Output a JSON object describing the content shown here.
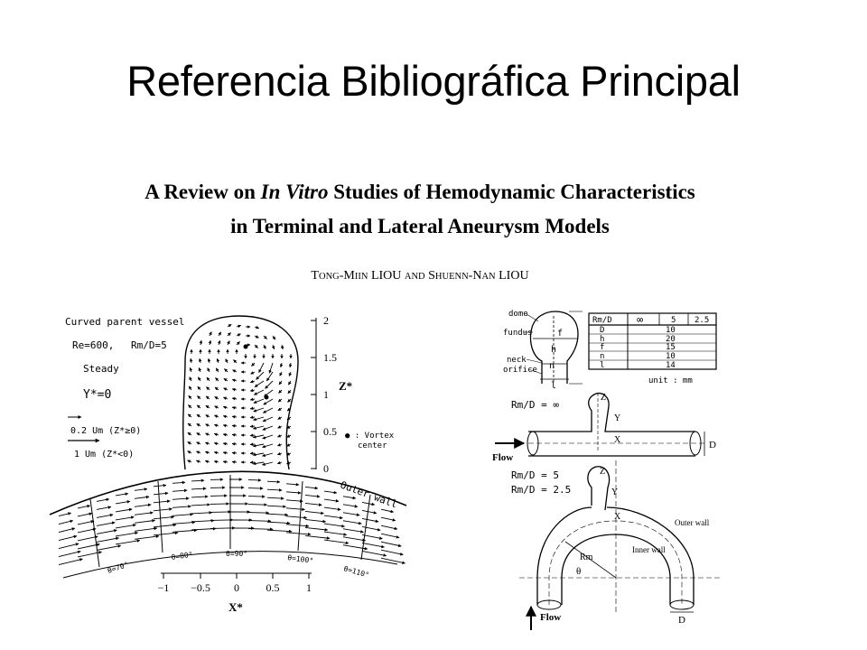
{
  "slide": {
    "title": "Referencia Bibliográfica Principal"
  },
  "paper": {
    "title_pre": "A Review on ",
    "title_italic": "In Vitro",
    "title_post": " Studies of Hemodynamic Characteristics",
    "title_line2": "in Terminal and Lateral Aneurysm Models",
    "authors": {
      "a1_first_cap": "T",
      "a1_first_rest": "ONG",
      "a1_mid_cap": "-M",
      "a1_mid_rest": "IIN",
      "a1_last": " LIOU ",
      "and": "AND",
      "a2_first_cap": " S",
      "a2_first_rest": "HUENN",
      "a2_mid_cap": "-N",
      "a2_mid_rest": "AN",
      "a2_last": " LIOU"
    }
  },
  "left_figure": {
    "label_vessel": "Curved parent vessel",
    "label_re": "Re=600,",
    "label_rm_d": "Rm/D=5",
    "label_steady": "Steady",
    "label_y0": "Y*=0",
    "legend_1": "0.2 Um (Z*≥0)",
    "legend_2": "1 Um (Z*<0)",
    "vortex_label_1": "● : Vortex",
    "vortex_label_2": "center",
    "outer_wall": "Outer wall",
    "z_axis_label": "Z*",
    "z_ticks": [
      "2",
      "1.5",
      "1",
      "0.5",
      "0"
    ],
    "x_axis_label": "X*",
    "x_ticks": [
      "−1",
      "−0.5",
      "0",
      "0.5",
      "1"
    ],
    "theta_labels": [
      "θ=70°",
      "θ=80°",
      "θ=90°",
      "θ=100°",
      "θ=110°"
    ]
  },
  "right_figure": {
    "geometry_labels": [
      "dome",
      "fundus",
      "neck",
      "orifice",
      "f",
      "h",
      "n",
      "l"
    ],
    "table": {
      "header": [
        "Rm/D",
        "∞",
        "5",
        "2.5"
      ],
      "rows": [
        [
          "D",
          "10"
        ],
        [
          "h",
          "20"
        ],
        [
          "f",
          "15"
        ],
        [
          "n",
          "10"
        ],
        [
          "l",
          "14"
        ]
      ],
      "unit": "unit : mm"
    },
    "straight_model": {
      "rm_label": "Rm/D = ∞",
      "flow": "Flow",
      "d": "D",
      "axes": [
        "Z",
        "Y",
        "X"
      ]
    },
    "curved_model": {
      "rm_label_1": "Rm/D = 5",
      "rm_label_2": "Rm/D = 2.5",
      "outer_wall": "Outer wall",
      "inner_wall": "Inner wall",
      "rm": "Rm",
      "theta": "θ",
      "flow": "Flow",
      "d": "D",
      "axes": [
        "Z",
        "Y",
        "X"
      ]
    }
  }
}
